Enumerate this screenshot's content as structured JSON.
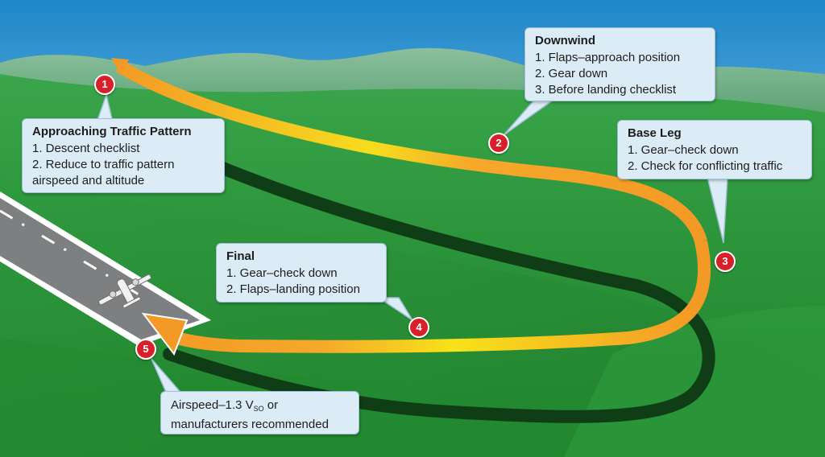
{
  "callouts": {
    "approaching": {
      "title": "Approaching Traffic Pattern",
      "items": [
        "1. Descent checklist",
        "2. Reduce to traffic pattern"
      ],
      "item_cont": "airspeed and altitude"
    },
    "downwind": {
      "title": "Downwind",
      "items": [
        "1. Flaps–approach position",
        "2. Gear down",
        "3. Before landing checklist"
      ]
    },
    "base": {
      "title": "Base Leg",
      "items": [
        "1. Gear–check down",
        "2. Check for conflicting traffic"
      ]
    },
    "final": {
      "title": "Final",
      "items": [
        "1. Gear–check down",
        "2. Flaps–landing position"
      ]
    },
    "airspeed": {
      "line1_prefix": "Airspeed–1.3 V",
      "line1_sub": "SO",
      "line1_suffix": " or",
      "line2": "manufacturers recommended"
    }
  },
  "markers": [
    "1",
    "2",
    "3",
    "4",
    "5"
  ],
  "colors": {
    "sky_top": "#1f87c9",
    "sky_bottom": "#c9e7f5",
    "grass": "#2c9a3c",
    "path_orange": "#f39a26",
    "path_yellow": "#f7e21a",
    "marker_red": "#d7202a",
    "callout_bg": "#dcecf6"
  }
}
